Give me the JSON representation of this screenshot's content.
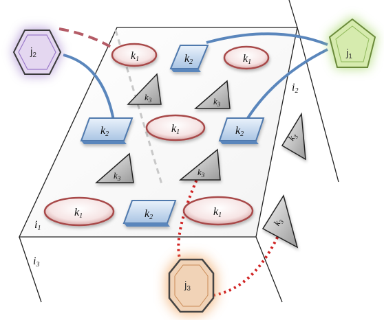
{
  "labels": {
    "k1": "k",
    "k1_sub": "1",
    "k2": "k",
    "k2_sub": "2",
    "k3": "k",
    "k3_sub": "3",
    "i1": "i",
    "i1_sub": "1",
    "i2": "i",
    "i2_sub": "2",
    "i3": "i",
    "i3_sub": "3",
    "j1": "j",
    "j1_sub": "1",
    "j2": "j",
    "j2_sub": "2",
    "j3": "j",
    "j3_sub": "3"
  },
  "colors": {
    "k1_fill": "#f3dede",
    "k1_stroke": "#a84a4a",
    "k2_fill": "#cfe0f2",
    "k2_stroke": "#4f79ad",
    "k3_fill": "#b9b9b9",
    "j1_fill": "#d6ebae",
    "j1_glow": "#a8d86a",
    "j2_fill": "#e4d7f0",
    "j2_glow": "#9b79c9",
    "j3_fill": "#f1d3b7",
    "j3_glow": "#f0a560",
    "solid_link": "#5a86bc",
    "dashed_link": "#b45b66",
    "dotted_link": "#d02222"
  }
}
